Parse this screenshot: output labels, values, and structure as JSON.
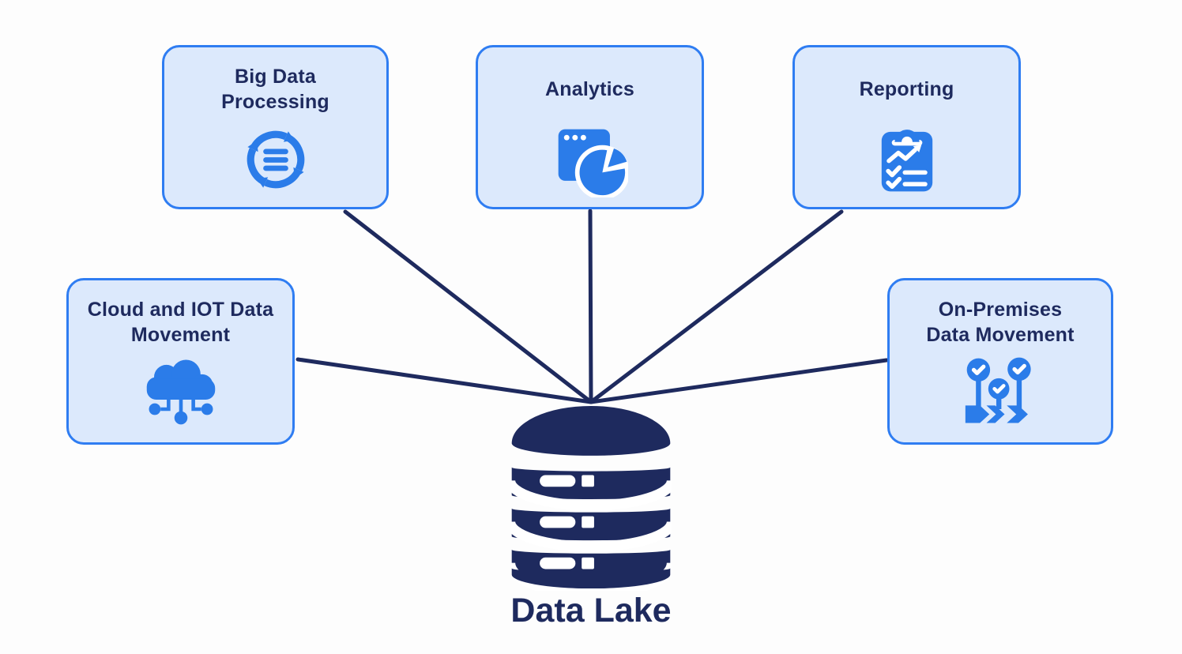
{
  "title": "Data Lake architecture diagram",
  "colors": {
    "background": "#fdfdfd",
    "navy": "#1e2a5e",
    "box_border": "#2f7df2",
    "box_fill": "#dce9fc",
    "icon_blue": "#2b7ce9"
  },
  "center": {
    "id": "data-lake",
    "label": "Data Lake",
    "icon": "database-icon"
  },
  "nodes": [
    {
      "id": "big-data-processing",
      "label": "Big Data\nProcessing",
      "icon": "cycle-arrows-icon"
    },
    {
      "id": "analytics",
      "label": "Analytics",
      "icon": "browser-pie-chart-icon"
    },
    {
      "id": "reporting",
      "label": "Reporting",
      "icon": "clipboard-checklist-icon"
    },
    {
      "id": "cloud-iot-data-movement",
      "label": "Cloud and IOT Data\nMovement",
      "icon": "cloud-network-icon"
    },
    {
      "id": "on-premises-data-movement",
      "label": "On-Premises\nData Movement",
      "icon": "check-pins-arrows-icon"
    }
  ],
  "edges": [
    {
      "from": "big-data-processing",
      "to": "data-lake"
    },
    {
      "from": "analytics",
      "to": "data-lake"
    },
    {
      "from": "reporting",
      "to": "data-lake"
    },
    {
      "from": "cloud-iot-data-movement",
      "to": "data-lake"
    },
    {
      "from": "on-premises-data-movement",
      "to": "data-lake"
    }
  ]
}
